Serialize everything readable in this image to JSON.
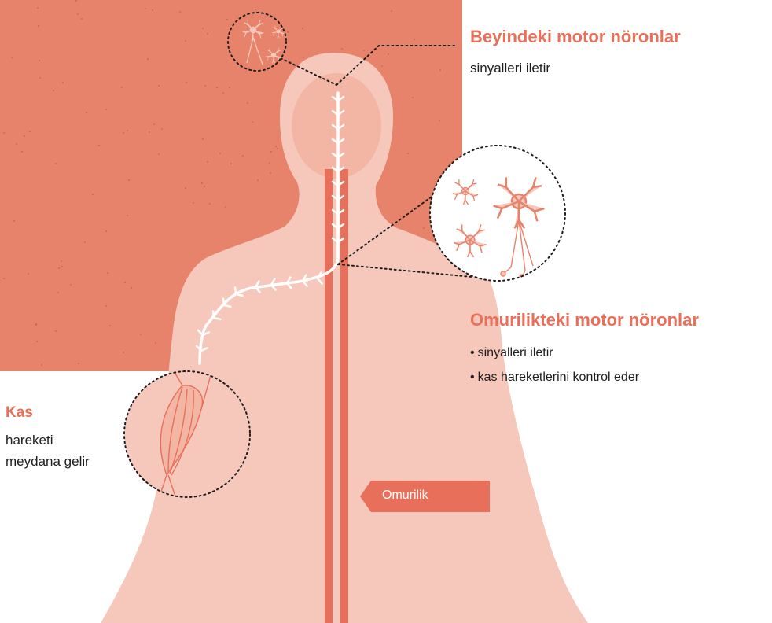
{
  "colors": {
    "background_block": "#E8836B",
    "body_silhouette": "#F6C8BB",
    "head_brain": "#F3B5A4",
    "spinal_cord": "#E8705A",
    "nerve_path": "#ffffff",
    "heading_text": "#E8705A",
    "body_text": "#1e1e1e"
  },
  "callouts": {
    "brain": {
      "title": "Beyindeki motor nöronlar",
      "description": "sinyalleri iletir"
    },
    "spinal": {
      "title": "Omurilikteki  motor nöronlar",
      "bullets": [
        "sinyalleri iletir",
        "kas hareketlerini kontrol eder"
      ]
    },
    "muscle": {
      "title": "Kas",
      "description_line1": "hareketi",
      "description_line2": "meydana gelir"
    }
  },
  "spine_label": "Omurilik",
  "icons": {
    "brain_zoom": "neuron-cluster-icon",
    "spine_zoom": "neuron-cluster-icon",
    "muscle_zoom": "muscle-fiber-icon",
    "nerve_arrows": "chevron-icon"
  }
}
